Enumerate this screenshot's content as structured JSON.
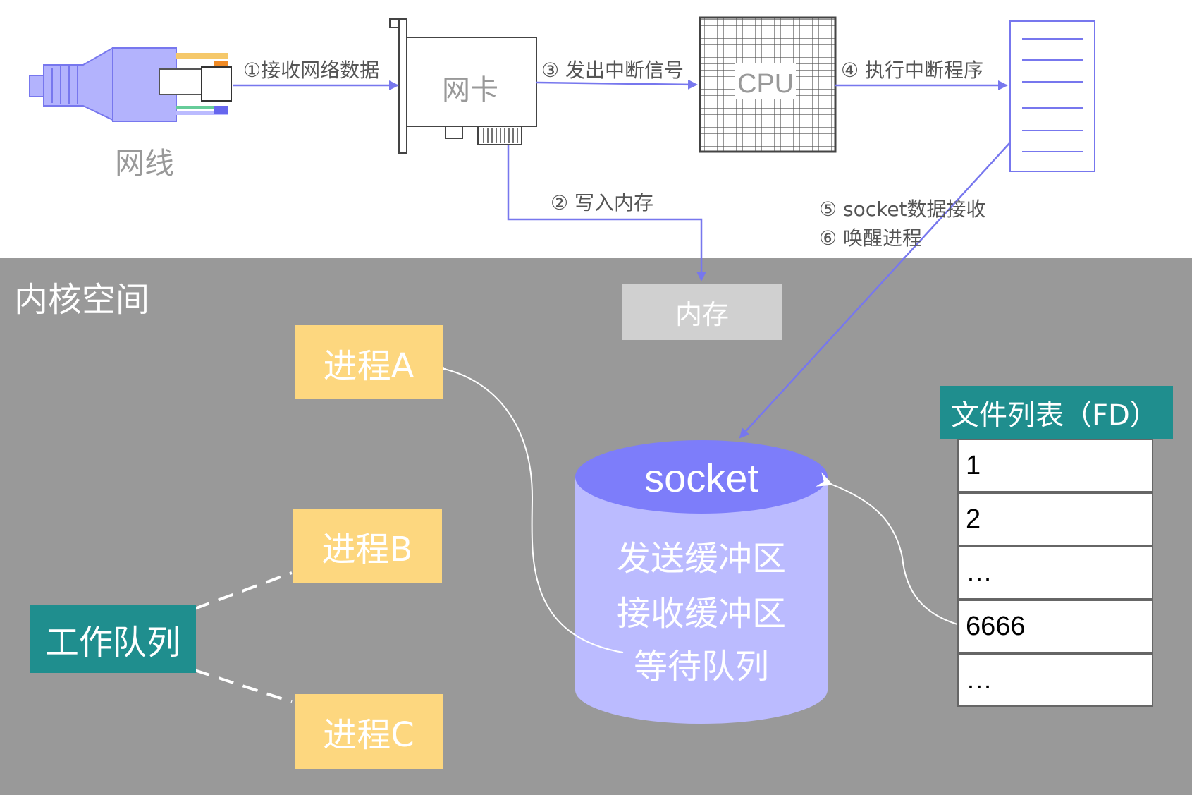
{
  "cable": {
    "label": "网线"
  },
  "nic": {
    "label": "网卡"
  },
  "cpu": {
    "label": "CPU"
  },
  "steps": {
    "s1": "①接收网络数据",
    "s2": "② 写入内存",
    "s3": "③ 发出中断信号",
    "s4": "④ 执行中断程序",
    "s5": "⑤ socket数据接收",
    "s6": "⑥ 唤醒进程"
  },
  "kernel": {
    "title": "内核空间"
  },
  "memory": {
    "label": "内存"
  },
  "processes": [
    "进程A",
    "进程B",
    "进程C"
  ],
  "work_queue": {
    "label": "工作队列"
  },
  "socket": {
    "title": "socket",
    "send_buffer": "发送缓冲区",
    "recv_buffer": "接收缓冲区",
    "wait_queue": "等待队列"
  },
  "fd_list": {
    "title": "文件列表（FD）",
    "rows": [
      "1",
      "2",
      "…",
      "6666",
      "…"
    ]
  },
  "colors": {
    "arrow": "#7777ee",
    "process": "#fdd77f",
    "teal": "#1f8e8e",
    "kernel_bg": "#999999",
    "socket_body": "#bbbbff",
    "socket_top": "#7d7dfa",
    "cable": "#b3b3fd"
  }
}
